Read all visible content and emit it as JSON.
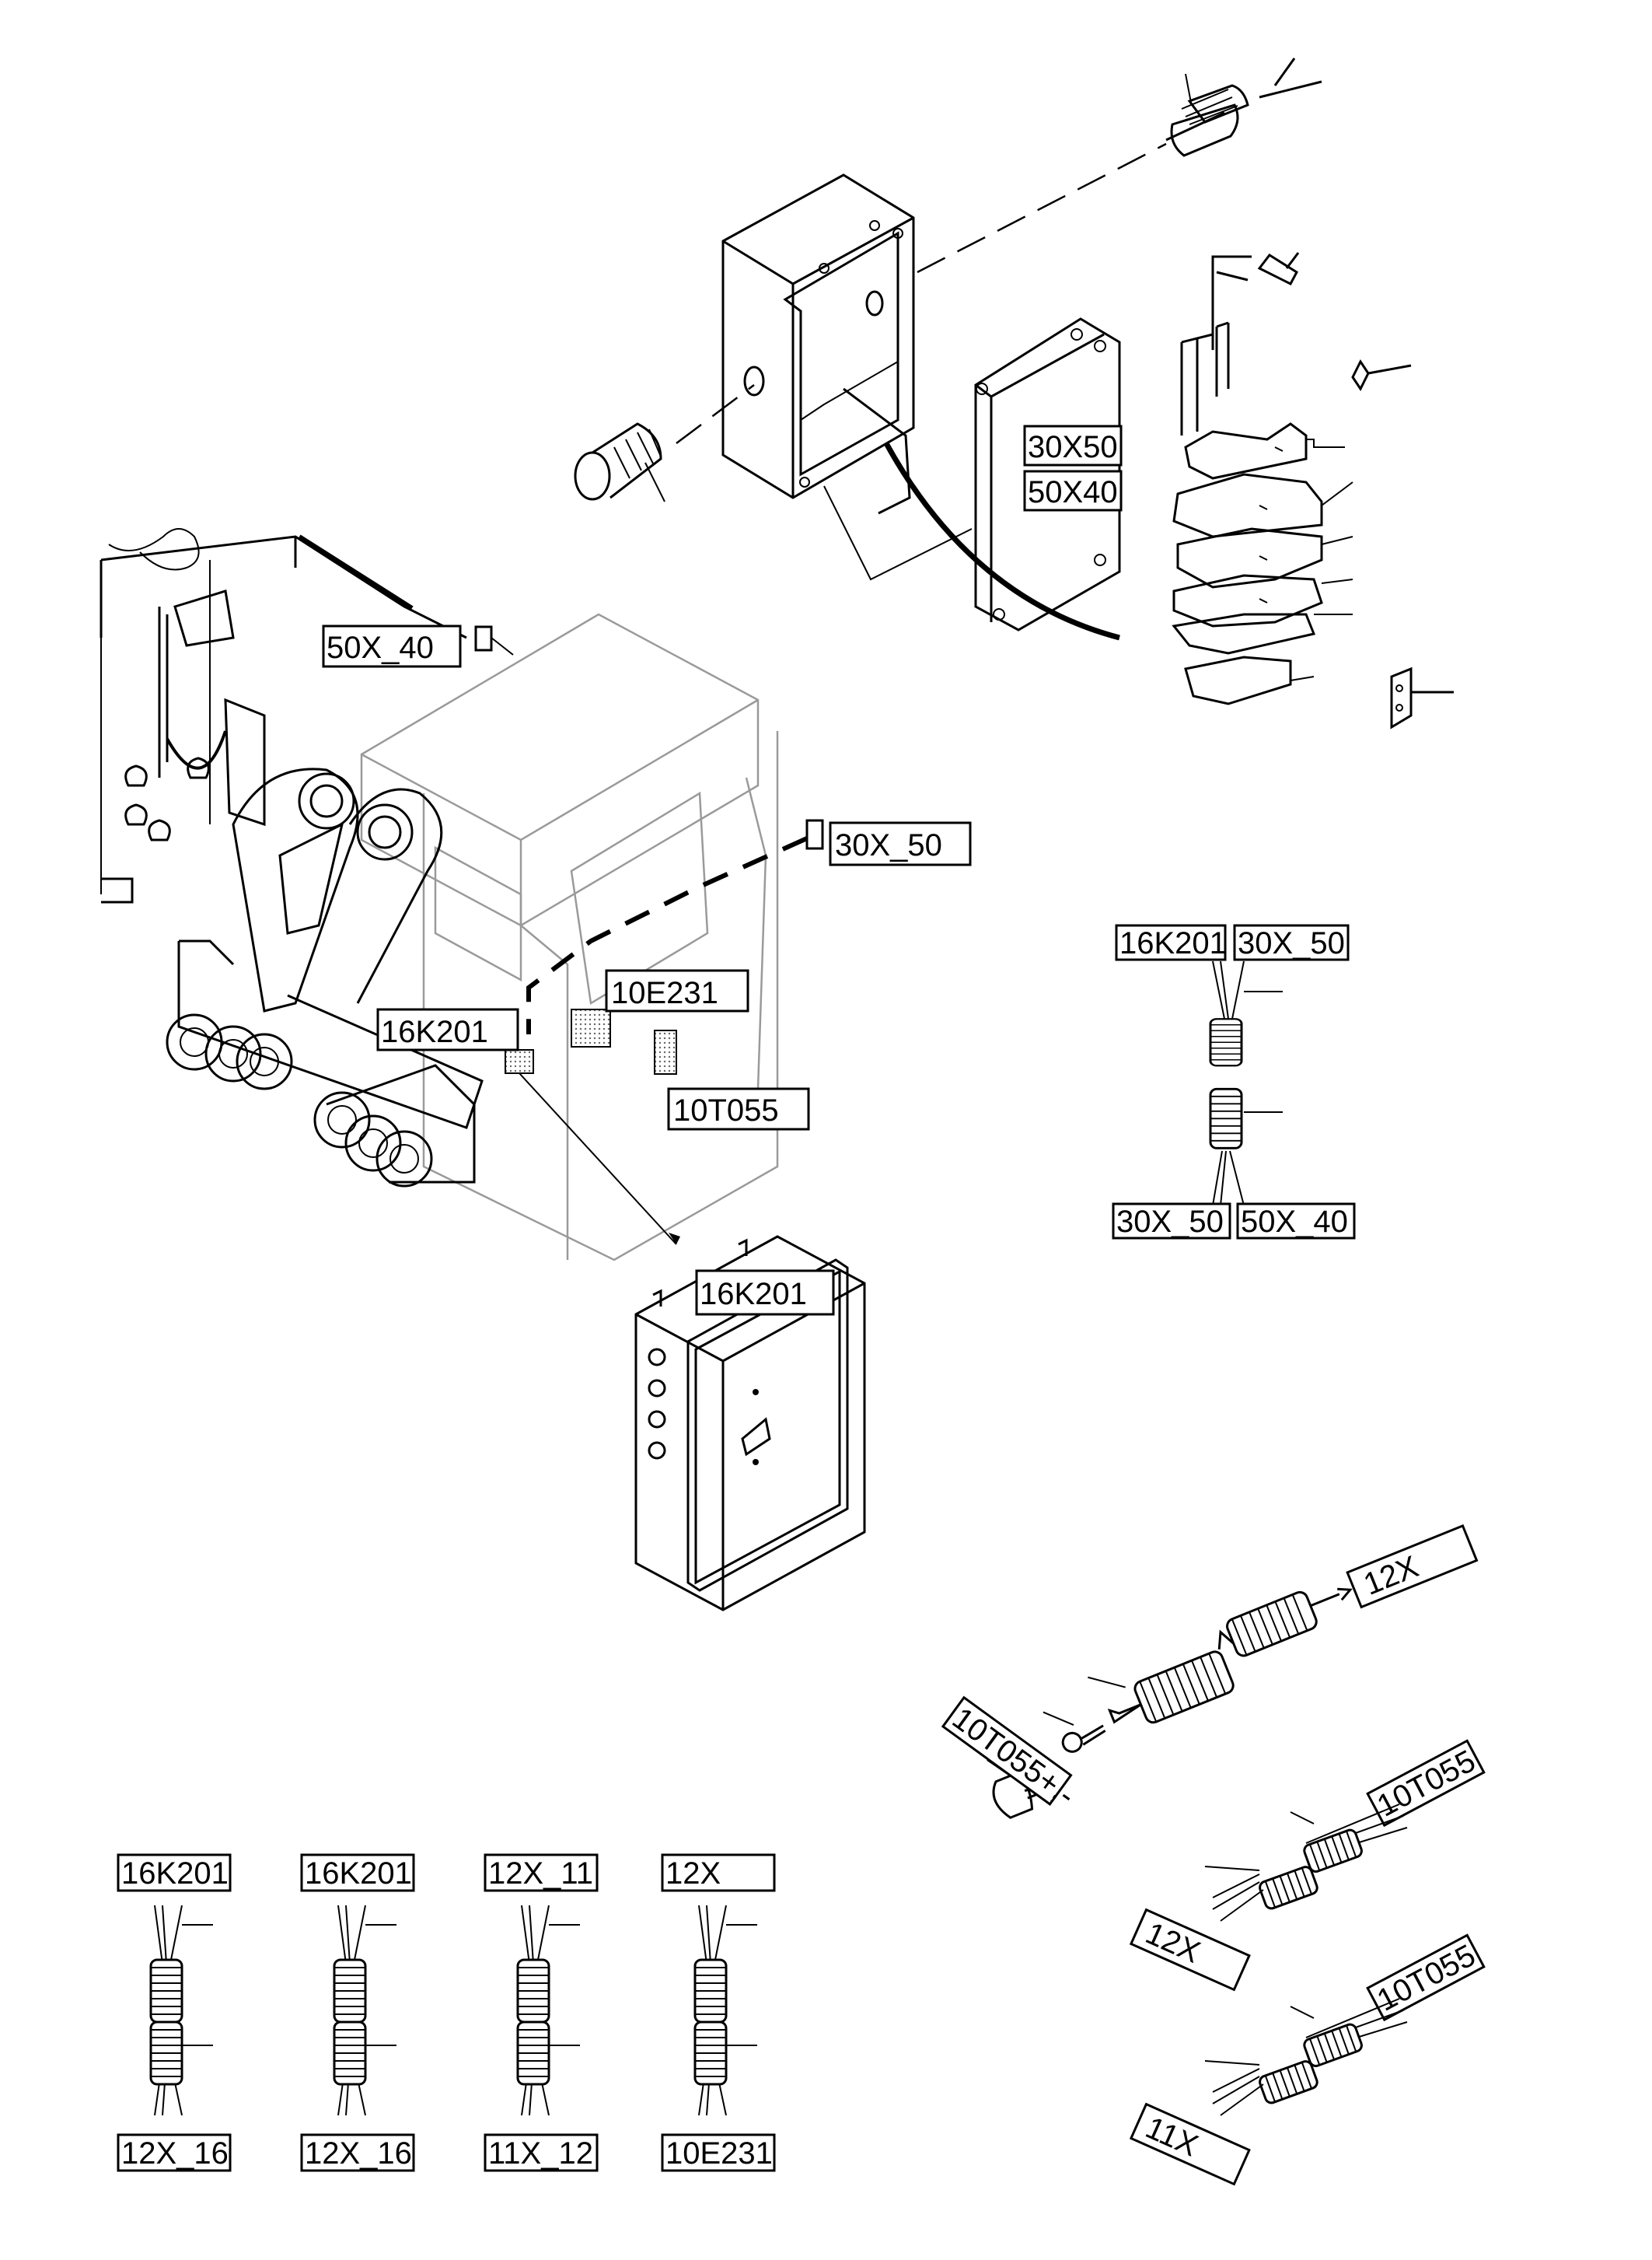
{
  "labels": {
    "cab_50x40": "50X_40",
    "cab_30x50": "30X_50",
    "cab_10e231": "10E231",
    "cab_16k201": "16K201",
    "cab_10t055": "10T055",
    "box_16k201": "16K201",
    "plate_30x50": "30X50",
    "plate_50x40": "50X40",
    "conn_top_left": "16K201",
    "conn_top_right": "30X_50",
    "conn_bot_left": "30X_50",
    "conn_bot_right": "50X_40",
    "terminal_12x": "12X",
    "terminal_10t055": "10T055+,-",
    "pair1_right": "10T055",
    "pair1_left": "12X",
    "pair2_right": "10T055",
    "pair2_left": "11X"
  },
  "bottom_sets": [
    {
      "top": "16K201",
      "bottom": "12X_16"
    },
    {
      "top": "16K201",
      "bottom": "12X_16"
    },
    {
      "top": "12X_11",
      "bottom": "11X_12"
    },
    {
      "top": "12X",
      "bottom": "10E231"
    }
  ]
}
